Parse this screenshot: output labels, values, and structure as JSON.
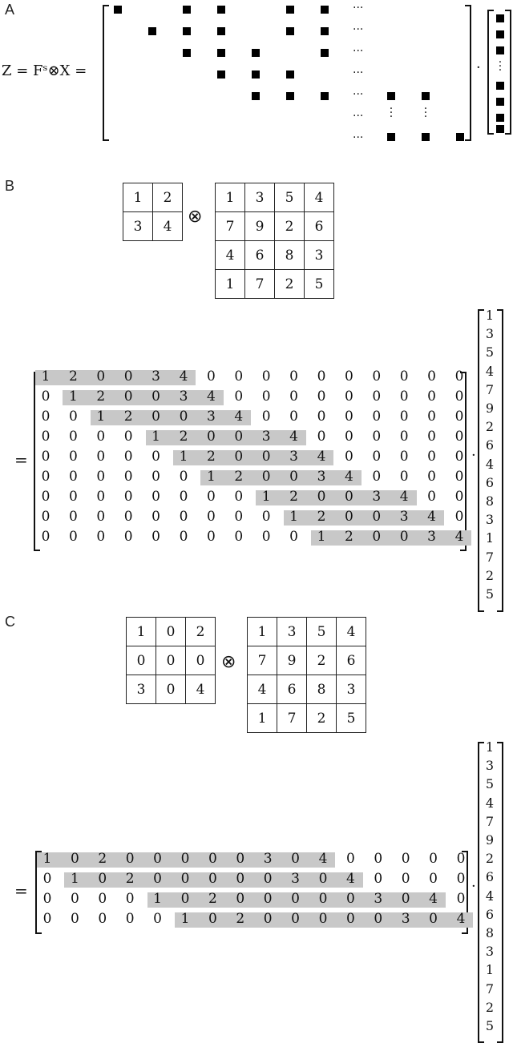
{
  "panel_a": {
    "label": "A",
    "equation": "Z = Fˢ⊗X =",
    "dots": "···",
    "dot_op": "·",
    "rows": [
      [
        1,
        0,
        1,
        1,
        0,
        1,
        1,
        1
      ],
      [
        0,
        1,
        1,
        1,
        0,
        1,
        1,
        1
      ],
      [
        0,
        0,
        1,
        1,
        1,
        0,
        1,
        1
      ],
      [
        0,
        0,
        0,
        1,
        1,
        1,
        0,
        1
      ],
      [
        0,
        0,
        0,
        0,
        1,
        1,
        1,
        0
      ]
    ]
  },
  "panel_b": {
    "label": "B",
    "kernel": [
      [
        "1",
        "2"
      ],
      [
        "3",
        "4"
      ]
    ],
    "otimes": "⊗",
    "input": [
      [
        "1",
        "3",
        "5",
        "4"
      ],
      [
        "7",
        "9",
        "2",
        "6"
      ],
      [
        "4",
        "6",
        "8",
        "3"
      ],
      [
        "1",
        "7",
        "2",
        "5"
      ]
    ],
    "equals": "=",
    "dot_op": "·",
    "matrix": [
      [
        "1",
        "2",
        "0",
        "0",
        "3",
        "4",
        "0",
        "0",
        "0",
        "0",
        "0",
        "0",
        "0",
        "0",
        "0",
        "0"
      ],
      [
        "0",
        "1",
        "2",
        "0",
        "0",
        "3",
        "4",
        "0",
        "0",
        "0",
        "0",
        "0",
        "0",
        "0",
        "0",
        "0"
      ],
      [
        "0",
        "0",
        "1",
        "2",
        "0",
        "0",
        "3",
        "4",
        "0",
        "0",
        "0",
        "0",
        "0",
        "0",
        "0",
        "0"
      ],
      [
        "0",
        "0",
        "0",
        "0",
        "1",
        "2",
        "0",
        "0",
        "3",
        "4",
        "0",
        "0",
        "0",
        "0",
        "0",
        "0"
      ],
      [
        "0",
        "0",
        "0",
        "0",
        "0",
        "1",
        "2",
        "0",
        "0",
        "3",
        "4",
        "0",
        "0",
        "0",
        "0",
        "0"
      ],
      [
        "0",
        "0",
        "0",
        "0",
        "0",
        "0",
        "1",
        "2",
        "0",
        "0",
        "3",
        "4",
        "0",
        "0",
        "0",
        "0"
      ],
      [
        "0",
        "0",
        "0",
        "0",
        "0",
        "0",
        "0",
        "0",
        "1",
        "2",
        "0",
        "0",
        "3",
        "4",
        "0",
        "0"
      ],
      [
        "0",
        "0",
        "0",
        "0",
        "0",
        "0",
        "0",
        "0",
        "0",
        "1",
        "2",
        "0",
        "0",
        "3",
        "4",
        "0"
      ],
      [
        "0",
        "0",
        "0",
        "0",
        "0",
        "0",
        "0",
        "0",
        "0",
        "0",
        "1",
        "2",
        "0",
        "0",
        "3",
        "4"
      ]
    ],
    "highlight_start": [
      0,
      1,
      2,
      4,
      5,
      6,
      8,
      9,
      10
    ],
    "vector": [
      "1",
      "3",
      "5",
      "4",
      "7",
      "9",
      "2",
      "6",
      "4",
      "6",
      "8",
      "3",
      "1",
      "7",
      "2",
      "5"
    ]
  },
  "panel_c": {
    "label": "C",
    "kernel": [
      [
        "1",
        "0",
        "2"
      ],
      [
        "0",
        "0",
        "0"
      ],
      [
        "3",
        "0",
        "4"
      ]
    ],
    "otimes": "⊗",
    "input": [
      [
        "1",
        "3",
        "5",
        "4"
      ],
      [
        "7",
        "9",
        "2",
        "6"
      ],
      [
        "4",
        "6",
        "8",
        "3"
      ],
      [
        "1",
        "7",
        "2",
        "5"
      ]
    ],
    "equals": "=",
    "dot_op": "·",
    "matrix": [
      [
        "1",
        "0",
        "2",
        "0",
        "0",
        "0",
        "0",
        "0",
        "3",
        "0",
        "4",
        "0",
        "0",
        "0",
        "0",
        "0"
      ],
      [
        "0",
        "1",
        "0",
        "2",
        "0",
        "0",
        "0",
        "0",
        "0",
        "3",
        "0",
        "4",
        "0",
        "0",
        "0",
        "0"
      ],
      [
        "0",
        "0",
        "0",
        "0",
        "1",
        "0",
        "2",
        "0",
        "0",
        "0",
        "0",
        "0",
        "3",
        "0",
        "4",
        "0"
      ],
      [
        "0",
        "0",
        "0",
        "0",
        "0",
        "1",
        "0",
        "2",
        "0",
        "0",
        "0",
        "0",
        "0",
        "3",
        "0",
        "4"
      ]
    ],
    "highlight_start": [
      0,
      1,
      4,
      5
    ],
    "vector": [
      "1",
      "3",
      "5",
      "4",
      "7",
      "9",
      "2",
      "6",
      "4",
      "6",
      "8",
      "3",
      "1",
      "7",
      "2",
      "5"
    ]
  }
}
